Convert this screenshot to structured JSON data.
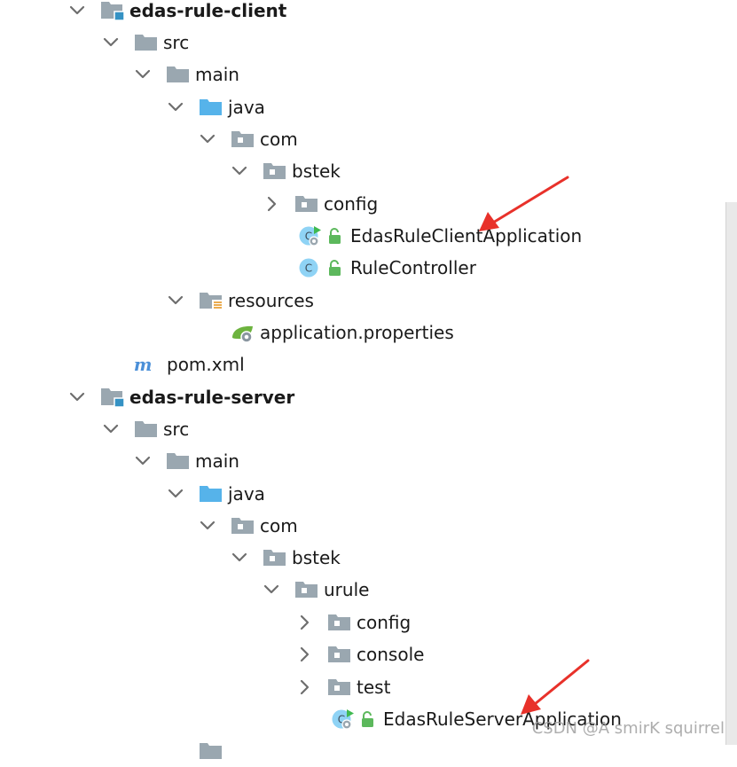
{
  "tree": {
    "client": {
      "module": "edas-rule-client",
      "src": "src",
      "main": "main",
      "java": "java",
      "com": "com",
      "bstek": "bstek",
      "config": "config",
      "app_class": "EdasRuleClientApplication",
      "controller_class": "RuleController",
      "resources": "resources",
      "properties": "application.properties",
      "pom": "pom.xml"
    },
    "server": {
      "module": "edas-rule-server",
      "src": "src",
      "main": "main",
      "java": "java",
      "com": "com",
      "bstek": "bstek",
      "urule": "urule",
      "config": "config",
      "console": "console",
      "test": "test",
      "app_class": "EdasRuleServerApplication"
    }
  },
  "icons": {
    "module": "module-folder-icon",
    "folder": "folder-icon",
    "source_root": "source-root-folder-icon",
    "package": "package-icon",
    "resources": "resources-folder-icon",
    "class": "class-icon",
    "spring_boot_class": "spring-boot-class-icon",
    "properties": "spring-properties-icon",
    "maven": "maven-icon"
  },
  "colors": {
    "annotation_arrow": "#e8312a",
    "class_icon": "#8fd3f5",
    "source_root": "#56b3ea",
    "folder": "#9aa7b0",
    "lock": "#5cb85c"
  },
  "watermark": "CSDN @A smirK squirrel"
}
